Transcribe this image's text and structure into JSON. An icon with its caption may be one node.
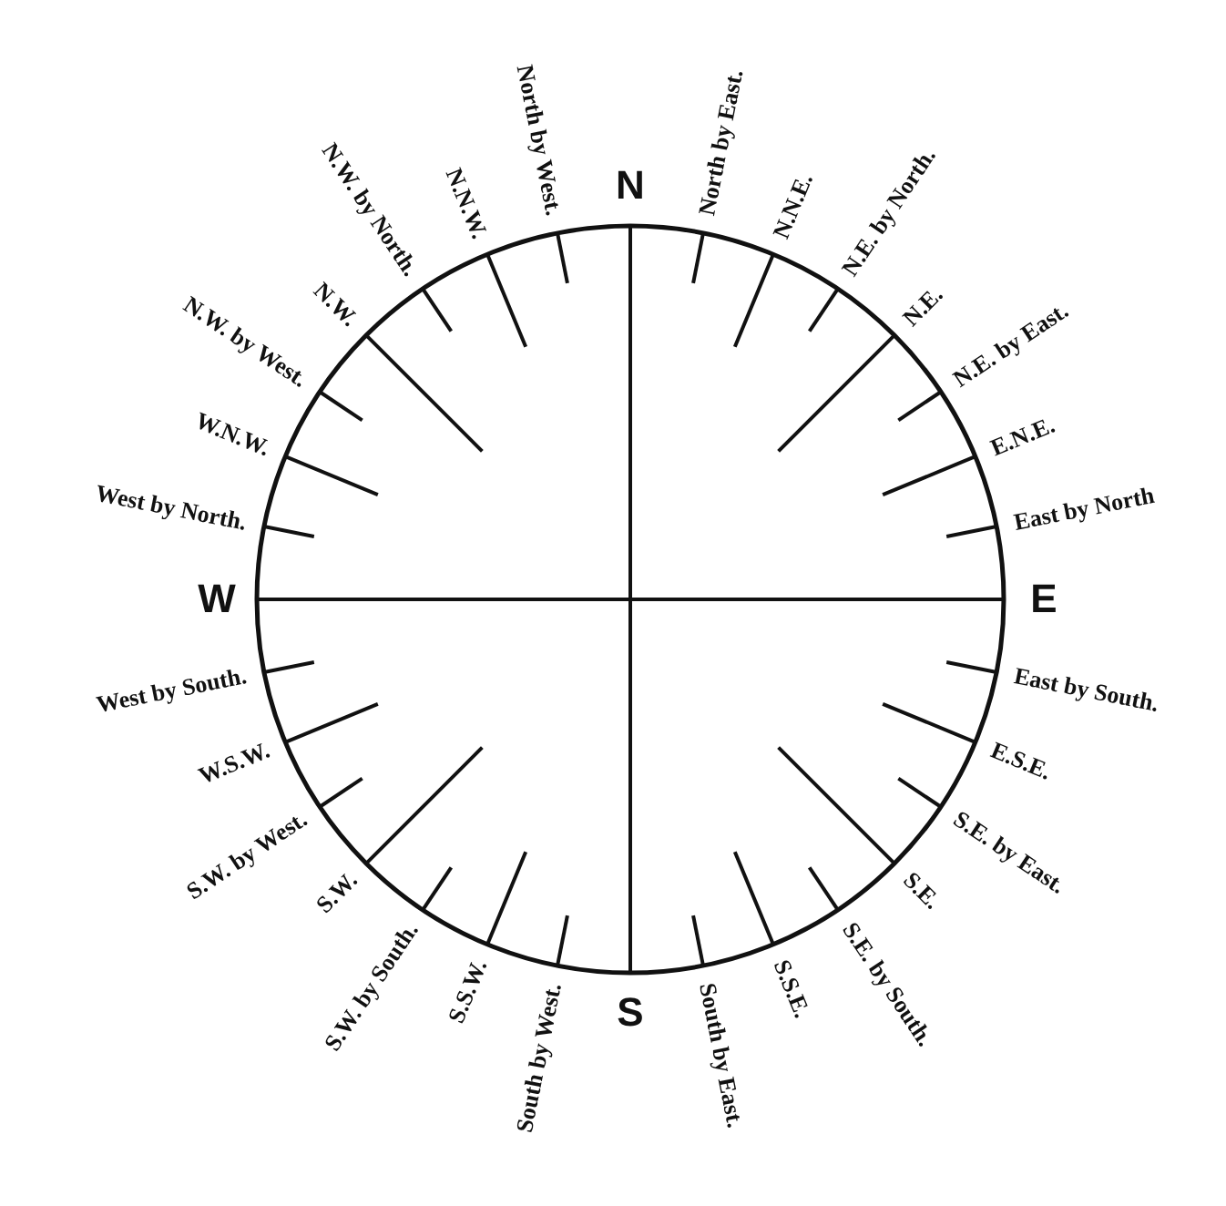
{
  "diagram": {
    "labels": [
      "N",
      "North by East.",
      "N.N.E.",
      "N.E. by North.",
      "N.E.",
      "N.E. by East.",
      "E.N.E.",
      "East by North",
      "E",
      "East by South.",
      "E.S.E.",
      "S.E. by East.",
      "S.E.",
      "S.E. by South.",
      "S.S.E.",
      "South by East.",
      "S",
      "South by West.",
      "S.S.W.",
      "S.W. by South.",
      "S.W.",
      "S.W. by West.",
      "W.S.W.",
      "West by South.",
      "W",
      "West by North.",
      "W.N.W.",
      "N.W. by West.",
      "N.W.",
      "N.W. by North.",
      "N.N.W.",
      "North by West."
    ]
  }
}
